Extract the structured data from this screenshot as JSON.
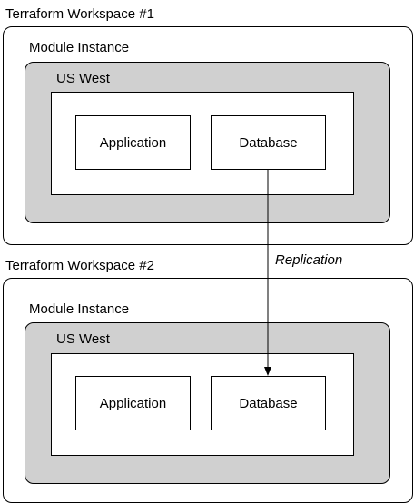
{
  "workspaces": [
    {
      "title": "Terraform Workspace #1",
      "module_label": "Module Instance",
      "region_label": "US West",
      "nodes": [
        "Application",
        "Database"
      ]
    },
    {
      "title": "Terraform Workspace #2",
      "module_label": "Module Instance",
      "region_label": "US West",
      "nodes": [
        "Application",
        "Database"
      ]
    }
  ],
  "edges": [
    {
      "from": "Workspace #1 Database",
      "to": "Workspace #2 Database",
      "label": "Replication"
    }
  ],
  "colors": {
    "stroke": "#000000",
    "region_fill": "#d0d0d0",
    "background": "#ffffff"
  }
}
